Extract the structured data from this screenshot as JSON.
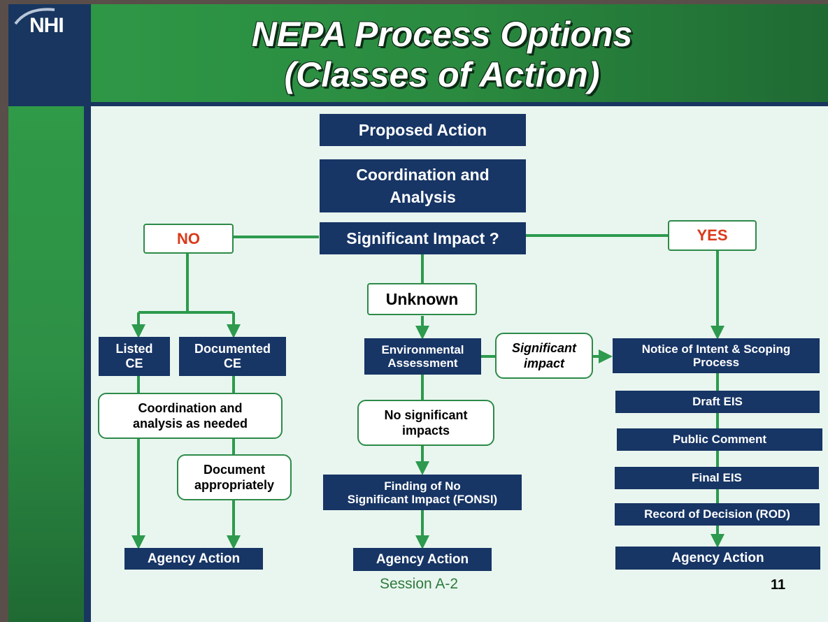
{
  "header": {
    "logo": "NHI",
    "title_line1": "NEPA Process Options",
    "title_line2": "(Classes of Action)"
  },
  "flow": {
    "proposed_action": "Proposed Action",
    "coordination_analysis": "Coordination and\nAnalysis",
    "significant_impact": "Significant Impact ?",
    "no": "NO",
    "yes": "YES",
    "unknown": "Unknown",
    "listed_ce": "Listed\nCE",
    "documented_ce": "Documented\nCE",
    "coord_as_needed": "Coordination and\nanalysis as needed",
    "document_appropriately": "Document\nappropriately",
    "agency_action_left": "Agency Action",
    "environmental_assessment": "Environmental\nAssessment",
    "significant_impact_note": "Significant\nimpact",
    "no_significant_impacts": "No significant\nimpacts",
    "fonsi": "Finding of No\nSignificant Impact (FONSI)",
    "agency_action_center": "Agency Action",
    "notice_of_intent": "Notice of Intent & Scoping\nProcess",
    "draft_eis": "Draft EIS",
    "public_comment": "Public Comment",
    "final_eis": "Final EIS",
    "record_of_decision": "Record of Decision (ROD)",
    "agency_action_right": "Agency Action"
  },
  "footer": {
    "session": "Session A-2",
    "page_number": "11"
  },
  "colors": {
    "navy": "#173565",
    "green": "#2d9a4e",
    "red": "#d93a1a",
    "background": "#e9f6ef"
  }
}
